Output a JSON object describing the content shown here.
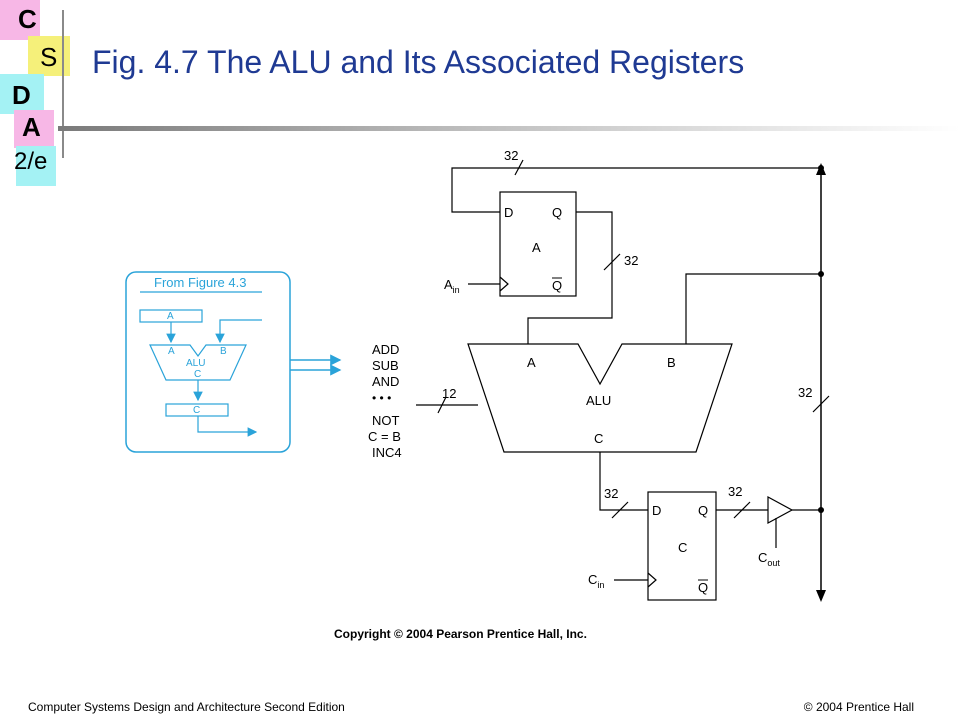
{
  "logo": {
    "c": "C",
    "s": "S",
    "d": "D",
    "a": "A",
    "ed": "2/e"
  },
  "slide": {
    "title": "Fig. 4.7  The ALU and Its Associated Registers"
  },
  "inset": {
    "heading": "From Figure 4.3",
    "reg_top": "A",
    "alu_a": "A",
    "alu_b": "B",
    "alu_name": "ALU",
    "alu_c": "C",
    "reg_bottom": "C"
  },
  "diagram": {
    "control_signals": [
      "ADD",
      "SUB",
      "AND",
      "NOT",
      "C = B",
      "INC4"
    ],
    "control_dots": "• • •",
    "control_width": "12",
    "bus_width_top": "32",
    "bus_width_right": "32",
    "a_q_width": "32",
    "c_d_width": "32",
    "c_q_width": "32",
    "reg_a": {
      "name": "A",
      "d": "D",
      "q": "Q",
      "qbar": "Q",
      "clk_main": "A",
      "clk_sub": "in"
    },
    "alu": {
      "a": "A",
      "b": "B",
      "name": "ALU",
      "c": "C"
    },
    "reg_c": {
      "name": "C",
      "d": "D",
      "q": "Q",
      "qbar": "Q",
      "clk_main": "C",
      "clk_sub": "in"
    },
    "cout": {
      "main": "C",
      "sub": "out"
    }
  },
  "copyright": "Copyright © 2004 Pearson Prentice Hall, Inc.",
  "footer": {
    "left": "Computer Systems Design and Architecture Second Edition",
    "right": "© 2004 Prentice Hall"
  }
}
